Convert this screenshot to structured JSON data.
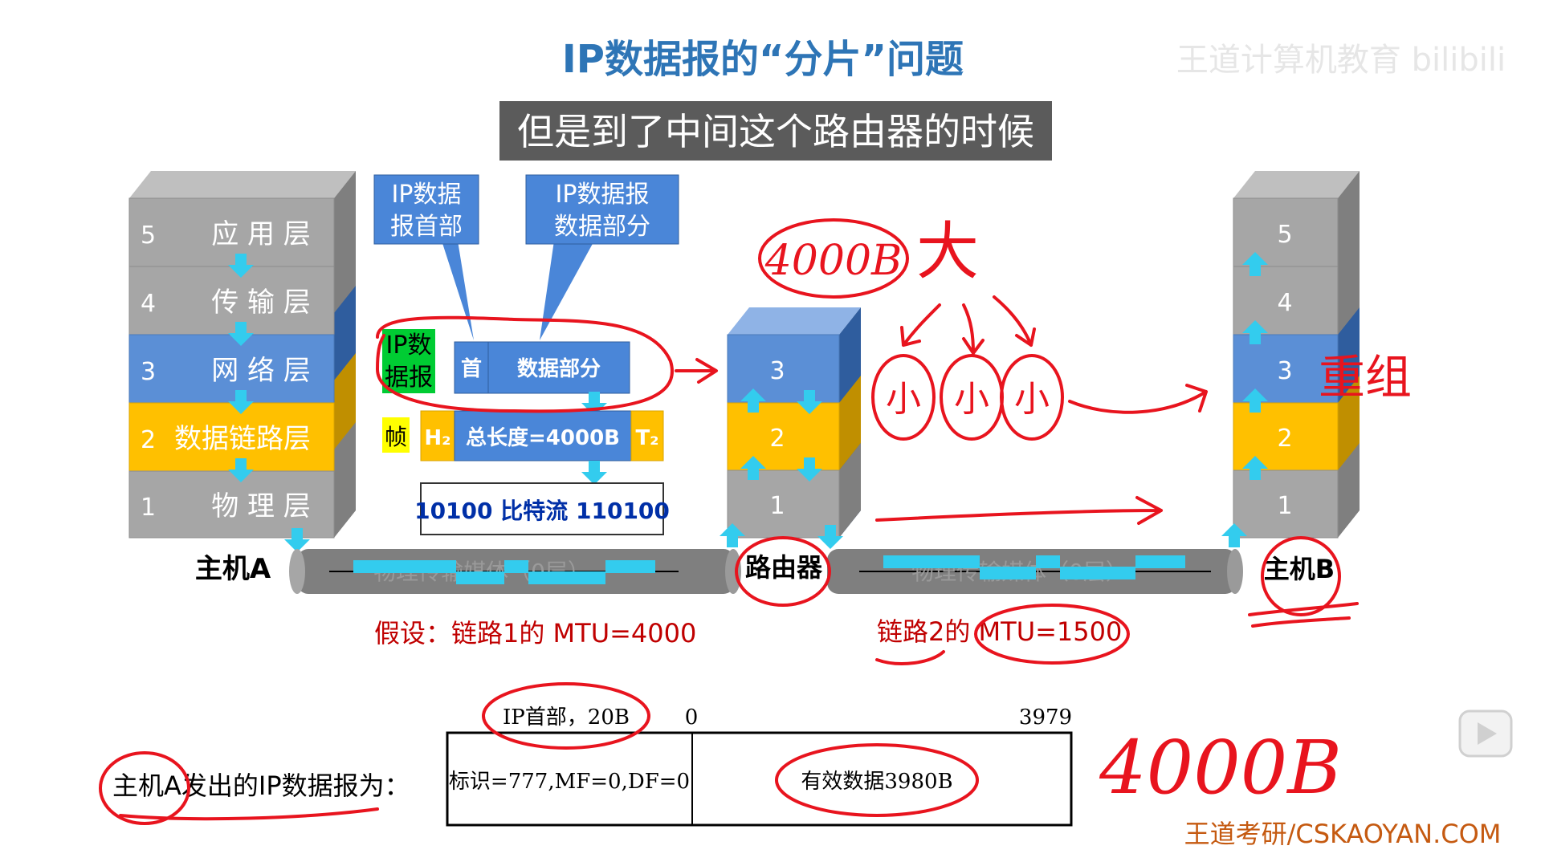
{
  "title": "IP数据报的“分片”问题",
  "subtitle_caption": "但是到了中间这个路由器的时候",
  "watermark": "王道计算机教育 bilibili",
  "host_a": {
    "name": "主机A",
    "layers": [
      {
        "num": "5",
        "name": "应 用 层"
      },
      {
        "num": "4",
        "name": "传 输 层"
      },
      {
        "num": "3",
        "name": "网 络 层"
      },
      {
        "num": "2",
        "name": "数据链路层"
      },
      {
        "num": "1",
        "name": "物 理 层"
      }
    ]
  },
  "router": {
    "name": "路由器",
    "layers": [
      "3",
      "2",
      "1"
    ]
  },
  "host_b": {
    "name": "主机B",
    "layers": [
      "5",
      "4",
      "3",
      "2",
      "1"
    ]
  },
  "callouts": {
    "header": "IP数据\n报首部",
    "data": "IP数据报\n数据部分"
  },
  "encapsulation": {
    "ip_tag": "IP数\n据报",
    "ip_head": "首",
    "ip_data": "数据部分",
    "frame_tag": "帧",
    "frame_h": "H₂",
    "frame_body": "总长度=4000B",
    "frame_t": "T₂",
    "bitstream": "10100 比特流 110100"
  },
  "medium_label": "物理传输媒体（0层）",
  "links": {
    "link1": "假设：链路1的 MTU=4000",
    "link2": "链路2的 MTU=1500"
  },
  "datagram": {
    "label": "主机A发出的IP数据报为：",
    "header_label": "IP首部，20B",
    "offset_start": "0",
    "offset_end": "3979",
    "header_cell": "标识=777,MF=0,DF=0",
    "data_cell": "有效数据3980B"
  },
  "annotations": {
    "size_top": "4000B",
    "big": "大",
    "small": "小",
    "reassemble": "重组",
    "size_bottom": "4000B"
  },
  "footer": "王道考研/CSKAOYAN.COM",
  "colors": {
    "title": "#2e75b6",
    "layer_gray": "#a6a6a6",
    "layer_blue": "#5b8fd6",
    "layer_gold": "#ffc000",
    "callout": "#4a86d8",
    "arrow_cyan": "#33ccee",
    "handwriting": "#e8141e",
    "link_text": "#c00000"
  }
}
